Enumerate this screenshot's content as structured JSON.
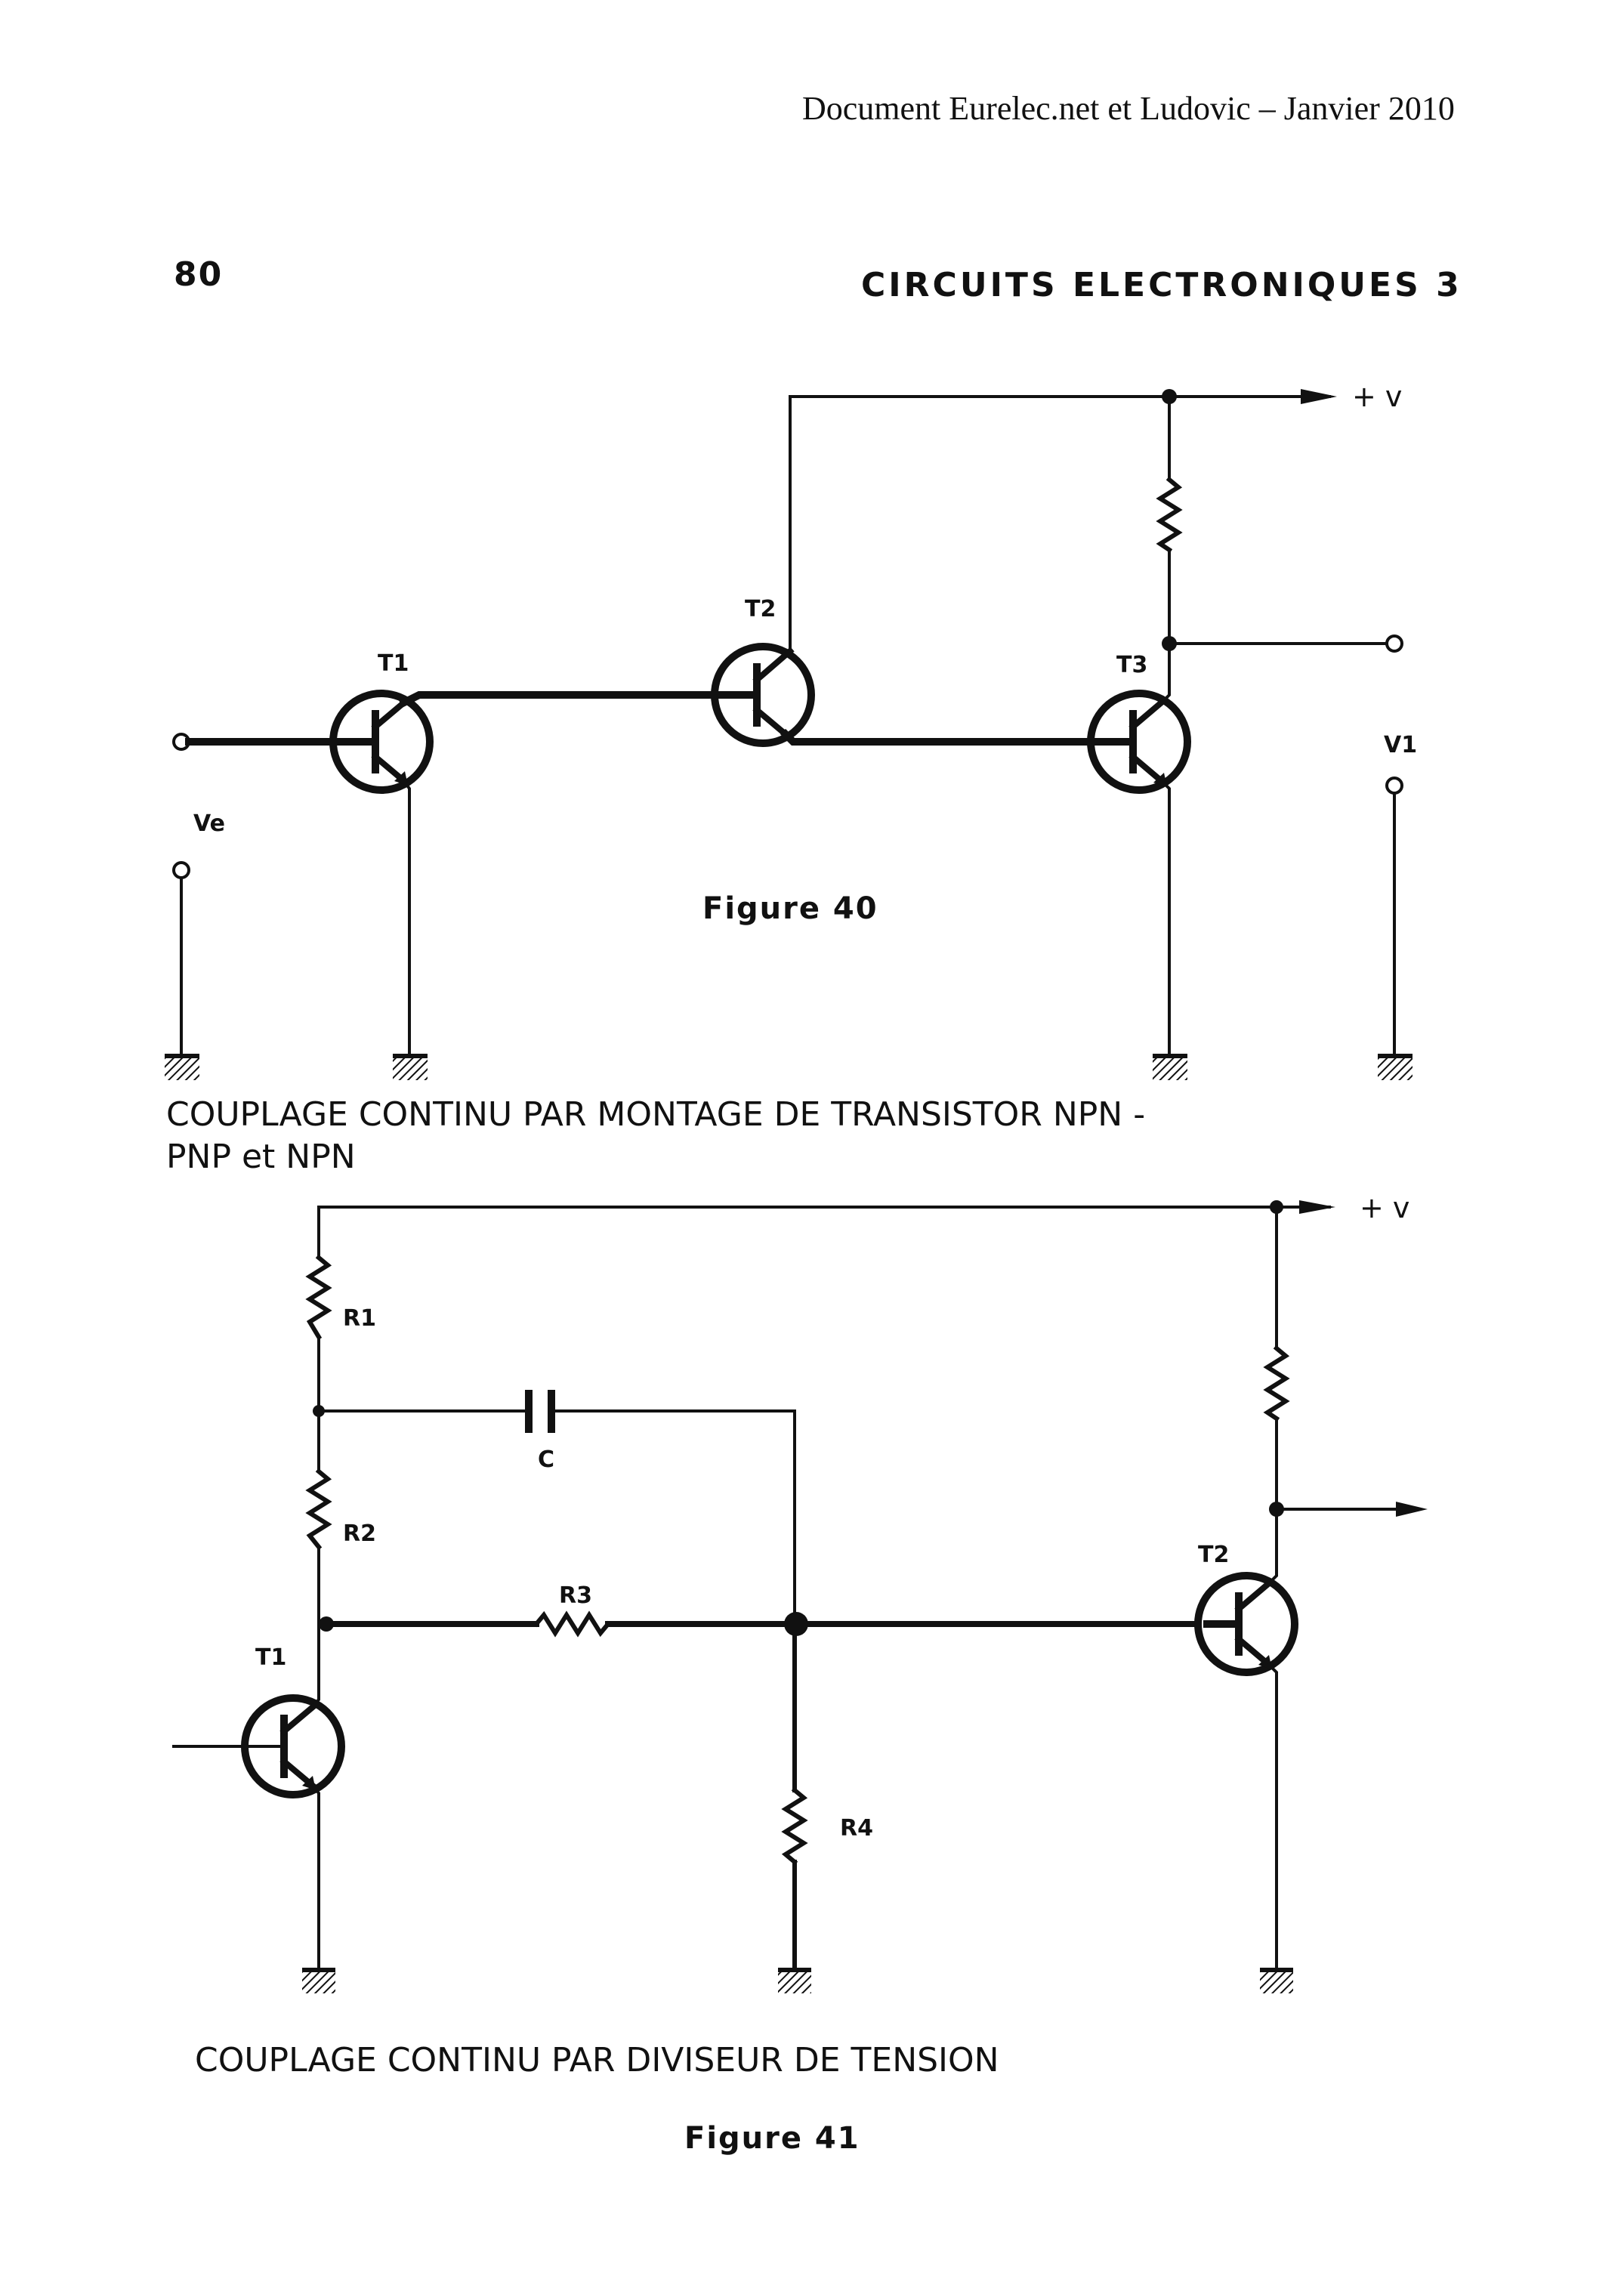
{
  "document_header": "Document Eurelec.net et Ludovic – Janvier 2010",
  "page_number": "80",
  "running_title": "CIRCUITS ELECTRONIQUES 3",
  "figure40": {
    "figure_label": "Figure 40",
    "caption_line1": "COUPLAGE CONTINU PAR MONTAGE DE TRANSISTOR NPN -",
    "caption_line2": "PNP et NPN",
    "labels": {
      "t1": "T1",
      "t2": "T2",
      "t3": "T3",
      "ve": "Ve",
      "v1": "V1",
      "supply": "+ v"
    }
  },
  "figure41": {
    "figure_label": "Figure 41",
    "caption": "COUPLAGE CONTINU PAR DIVISEUR DE TENSION",
    "labels": {
      "r1": "R1",
      "r2": "R2",
      "r3": "R3",
      "r4": "R4",
      "c": "C",
      "t1": "T1",
      "t2": "T2",
      "supply": "+ v"
    }
  }
}
